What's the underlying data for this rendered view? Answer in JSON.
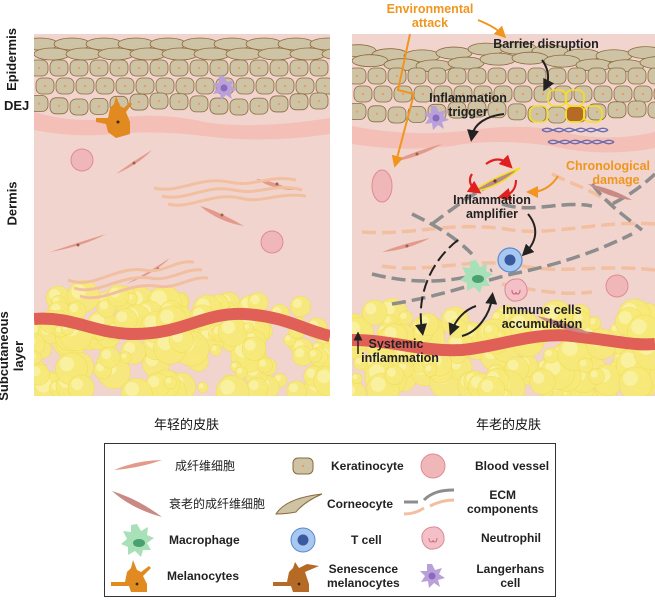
{
  "layers": {
    "epidermis": "Epidermis",
    "dej": "DEJ",
    "dermis": "Dermis",
    "subcutaneous_line1": "Subcutaneous",
    "subcutaneous_line2": "layer"
  },
  "captions": {
    "young": "年轻的皮肤",
    "aged": "年老的皮肤"
  },
  "annotations": {
    "environmental_attack_1": "Environmental",
    "environmental_attack_2": "attack",
    "barrier_disruption": "Barrier disruption",
    "inflammation_trigger_1": "Inflammation",
    "inflammation_trigger_2": "trigger",
    "chronological_damage_1": "Chronological",
    "chronological_damage_2": "damage",
    "inflammation_amplifier_1": "Inflammation",
    "inflammation_amplifier_2": "amplifier",
    "immune_accumulation_1": "Immune cells",
    "immune_accumulation_2": "accumulation",
    "systemic_inflammation_1": "Systemic",
    "systemic_inflammation_2": "inflammation"
  },
  "colors": {
    "orange_annotation": "#f0961e",
    "red_cycle": "#e02020",
    "dark_arrow": "#222222",
    "keratinocyte": "#cfc3a6",
    "cell_outline": "#8a6a3a",
    "dermis": "#f1d4ce",
    "dej": "#f5b9b0",
    "fat": "#f7ea7a",
    "vessel": "#e06058",
    "melanocyte": "#e08a20",
    "senescent_melanocyte": "#b56a25",
    "langerhans": "#b9a0d8",
    "fibroblast": "#e39a8c",
    "senescent_fibroblast": "#c98a84",
    "blood_vessel": "#f0b7b9",
    "ecm_gray": "#8d8d8d",
    "ecm_peach": "#f2c0a0",
    "highlight_yellow": "#f4e020"
  },
  "legend": {
    "items": [
      {
        "label": "成纤维细胞",
        "icon": "fibroblast-icon"
      },
      {
        "label": "Keratinocyte",
        "icon": "keratinocyte-icon"
      },
      {
        "label": "Blood vessel",
        "icon": "blood-vessel-icon"
      },
      {
        "label": "衰老的成纤维细胞",
        "icon": "senescent-fibroblast-icon"
      },
      {
        "label": "Corneocyte",
        "icon": "corneocyte-icon"
      },
      {
        "label": "ECM",
        "label2": "components",
        "icon": "ecm-icon"
      },
      {
        "label": "Macrophage",
        "icon": "macrophage-icon"
      },
      {
        "label": "T cell",
        "icon": "t-cell-icon"
      },
      {
        "label": "Neutrophil",
        "icon": "neutrophil-icon"
      },
      {
        "label": "Melanocytes",
        "icon": "melanocyte-icon"
      },
      {
        "label": "Senescence",
        "label2": "melanocytes",
        "icon": "senescent-melanocyte-icon"
      },
      {
        "label": "Langerhans cell",
        "icon": "langerhans-icon"
      }
    ]
  }
}
